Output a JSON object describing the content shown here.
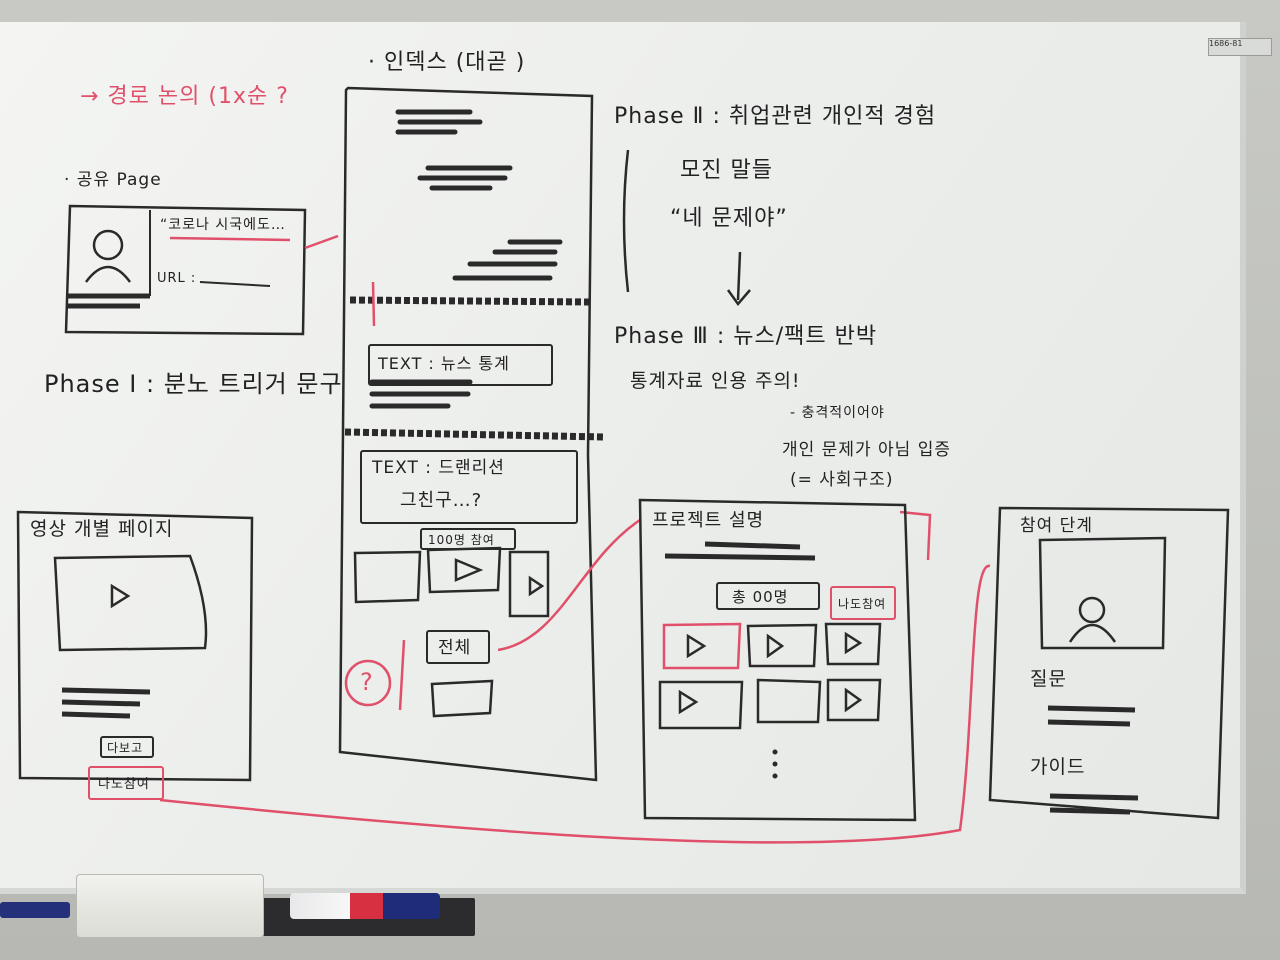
{
  "board": {
    "title_flow": "→ 경로 논의 (1x순 ?",
    "inbox_title": "· 인덱스 (대곧 )",
    "share_page_title": "· 공유 Page",
    "share_quote": "“코로나 시국에도…",
    "share_url_label": "URL :",
    "phase1": "Phase Ⅰ : 분노 트리거 문구",
    "text_card1": "TEXT : 뉴스 통계",
    "text_card2": "TEXT : 드랜리션",
    "text_card2_sub": "그친구…?",
    "participants_badge": "100명 참여",
    "all_button": "전체",
    "question_mark": "?",
    "video_page_title": "영상 개별 페이지",
    "video_btn1": "다보고",
    "video_btn2": "나도참여",
    "phase2": "Phase Ⅱ : 취업관련 개인적 경험",
    "phase2_line1": "모진 말들",
    "phase2_line2": "“네 문제야”",
    "phase3": "Phase Ⅲ : 뉴스/팩트 반박",
    "phase3_line1": "통계자료 인용 주의!",
    "phase3_line2": "- 충격적이어야",
    "phase3_line3": "개인 문제가 아님 입증",
    "phase3_line4": "(= 사회구조)",
    "project_title": "프로젝트 설명",
    "project_total": "총 00명",
    "project_join": "나도참여",
    "participate_title": "참여 단계",
    "participate_item1": "질문",
    "participate_item2": "가이드",
    "logo_text": "1686-81"
  }
}
